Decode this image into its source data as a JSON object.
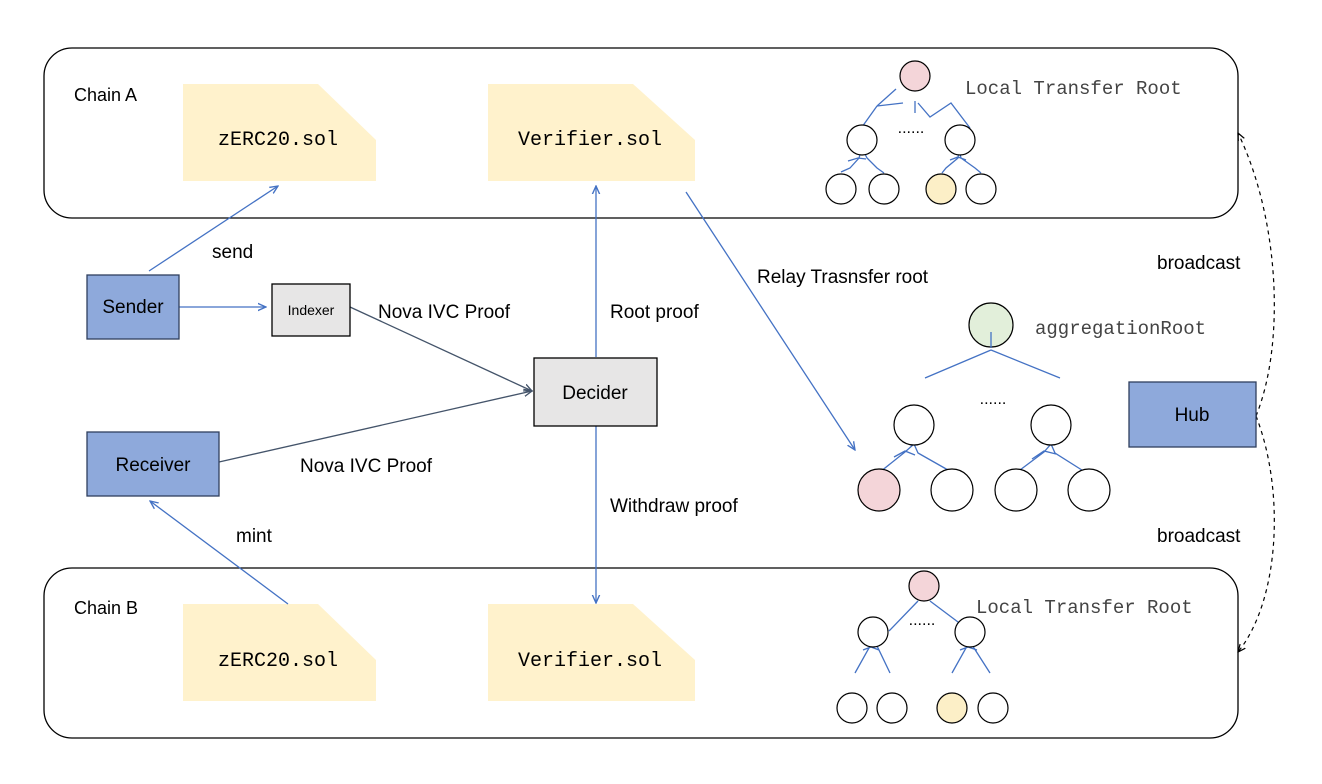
{
  "chains": {
    "a": {
      "label": "Chain A"
    },
    "b": {
      "label": "Chain B"
    }
  },
  "files": {
    "a_token": "zERC20.sol",
    "a_verifier": "Verifier.sol",
    "b_token": "zERC20.sol",
    "b_verifier": "Verifier.sol"
  },
  "nodes": {
    "sender": "Sender",
    "indexer": "Indexer",
    "decider": "Decider",
    "receiver": "Receiver",
    "hub": "Hub"
  },
  "edges": {
    "send": "send",
    "nova_top": "Nova IVC Proof",
    "nova_bottom": "Nova IVC Proof",
    "root_proof": "Root proof",
    "withdraw_proof": "Withdraw proof",
    "relay": "Relay Trasnsfer root",
    "mint": "mint",
    "broadcast_top": "broadcast",
    "broadcast_bottom": "broadcast"
  },
  "trees": {
    "local_a": "Local Transfer Root",
    "aggregation": "aggregationRoot",
    "local_b": "Local Transfer Root",
    "ellipsis": "......"
  },
  "colors": {
    "blue_box": "#8EA9DB",
    "note_fill": "#FFF2CC",
    "gray_box": "#E7E6E6",
    "arrow_blue": "#4472C4",
    "pink_node": "#F4D5D9",
    "yellow_node": "#FCEFC7",
    "green_node": "#E2EFDA"
  }
}
